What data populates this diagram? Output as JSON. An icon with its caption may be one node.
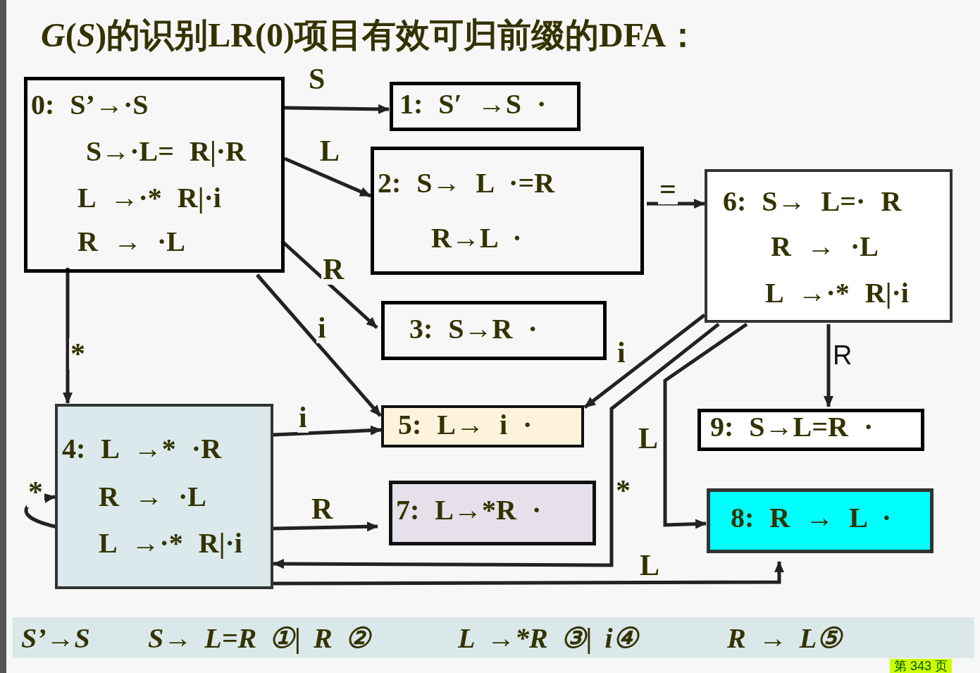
{
  "diagram": {
    "title": "*G*(*S*)的识别LR(0)项目有效可归前缀的DFA：",
    "nodes": [
      {
        "text": [
          "0: S’→·S",
          "S→·L= R|·R",
          "L →·* R|·i",
          "R → ·L"
        ]
      },
      {
        "text": [
          "1: S′ →S ·"
        ]
      },
      {
        "text": [
          "2: S→ L ·=R",
          "R→L ·"
        ]
      },
      {
        "text": [
          "3: S→R ·"
        ]
      },
      {
        "text": [
          "4: L →* ·R",
          "R → ·L",
          "L →·* R|·i"
        ]
      },
      {
        "text": [
          "5: L→ i ·"
        ]
      },
      {
        "text": [
          "6: S→ L=· R",
          "R → ·L",
          "L →·* R|·i"
        ]
      },
      {
        "text": [
          "7: L→*R ·"
        ]
      },
      {
        "text": [
          "8: R → L ·"
        ]
      },
      {
        "text": [
          "9: S→L=R ·"
        ]
      }
    ],
    "edges": [
      {
        "from": 0,
        "to": 1,
        "arrow": "to",
        "label": "S"
      },
      {
        "from": 0,
        "to": 2,
        "arrow": "to",
        "label": "L"
      },
      {
        "from": 0,
        "to": 3,
        "arrow": "to",
        "label": "R"
      },
      {
        "from": 0,
        "to": 5,
        "arrow": "to",
        "label": "i"
      },
      {
        "from": 0,
        "to": 4,
        "arrow": "to",
        "label": "*"
      },
      {
        "from": 4,
        "to": 4,
        "arrow": "to",
        "label": "*"
      },
      {
        "from": 4,
        "to": 5,
        "arrow": "to",
        "label": "i"
      },
      {
        "from": 4,
        "to": 7,
        "arrow": "to",
        "label": "R"
      },
      {
        "from": 4,
        "to": 8,
        "arrow": "to",
        "label": "L"
      },
      {
        "from": 2,
        "to": 6,
        "arrow": "to",
        "label": "="
      },
      {
        "from": 6,
        "to": 5,
        "arrow": "to",
        "label": "i"
      },
      {
        "from": 6,
        "to": 4,
        "arrow": "to",
        "label": "*"
      },
      {
        "from": 6,
        "to": 8,
        "arrow": "to",
        "label": "L"
      },
      {
        "from": 6,
        "to": 9,
        "arrow": "to",
        "label": "R"
      }
    ],
    "labels": [
      "S’→S",
      "S→ L=R ①| R ②",
      "L →*R ③| i④",
      "R → L⑤",
      "第 343 页"
    ]
  }
}
